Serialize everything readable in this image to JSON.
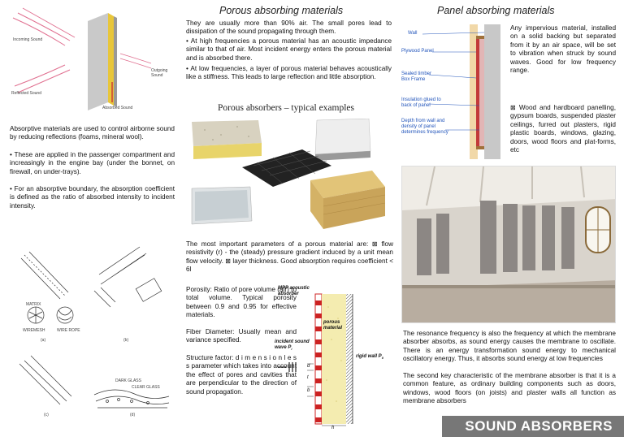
{
  "col1": {
    "fig_labels": {
      "incoming": "Incoming Sound",
      "reflected": "Reflected Sound",
      "outgoing": "Outgoing Sound",
      "absorbed": "Absorbed Sound"
    },
    "intro": "Absorptive materials are used to control airborne sound by reducing reflections (foams, mineral wool).",
    "bullet1": "• These are applied in the passenger compartment and increasingly in the engine bay (under the bonnet, on firewall, on under-trays).",
    "bullet2": "• For an absorptive boundary, the absorption coefficient is defined as the ratio of absorbed intensity to incident intensity.",
    "sketch_labels": {
      "matrix": "MATRIX",
      "wire_mesh": "WIREMESH",
      "wire_rope": "WIRE ROPE",
      "glass": "CLEAR GLASS",
      "dark_glass": "DARK GLASS",
      "a": "(a)",
      "b": "(b)",
      "c": "(c)",
      "d": "(d)"
    }
  },
  "col2": {
    "title": "Porous absorbing materials",
    "p1": "They are usually more than 90% air. The small pores lead to dissipation of the sound propagating through them.",
    "p2": "• At high frequencies a porous material has an acoustic impedance similar to that of air. Most incident energy enters the porous material and is absorbed there.",
    "p3": "• At low frequencies, a layer of porous material behaves acoustically like a stiffness. This leads to large reflection and little absorption.",
    "examples_title": "Porous absorbers – typical examples",
    "params": "The most important parameters of a porous material are: ⊠ flow resistivity (r) - the (steady) pressure gradient induced by a unit mean flow velocity. ⊠ layer thickness. Good absorption requires coefficient < 6l",
    "porosity": "Porosity: Ratio of pore volume (air) to total volume. Typical porosity between 0.9 and 0.95 for effective materials.",
    "fiber": "Fiber Diameter: Usually mean and variance specified.",
    "structure": "Structure factor: d i m e n s i o n l e s s parameter which takes into account the effect of pores and cavities that are perpendicular to the direction of sound propagation.",
    "mpp": {
      "title": "MPP acoustic absorber",
      "porous": "porous material",
      "incident": "incident sound wave P",
      "incident_sub": "i",
      "rigid": "rigid wall P",
      "rigid_sub": "0",
      "d": "d",
      "t": "t",
      "b": "b",
      "h": "h"
    }
  },
  "col3": {
    "title": "Panel absorbing materials",
    "labels": {
      "wall": "Wall",
      "plywood": "Plywood Panel",
      "sealed": "Sealed timber Box Frame",
      "insulation": "Insulation glued to back of panel",
      "depth": "Depth from wall and density of panel determines frequency"
    },
    "panel_text": "Any impervious material, installed on a solid backing but separated from it by an air space, will be set to vibration when struck by sound waves. Good for low frequency range.",
    "panel_text2": "⊠ Wood and hardboard panelling, gypsum boards, suspended plaster ceilings, furred out plasters, rigid plastic boards, windows, glazing, doors, wood floors and plat-forms, etc",
    "resonance": "The resonance frequency is also the frequency at which the membrane absorber absorbs, as sound energy causes the membrane to oscillate. There is an energy transformation sound energy to mechanical oscillatory energy. Thus, it absorbs sound energy at low frequencies",
    "second": "The second key characteristic of the membrane absorber is that it is a common feature, as ordinary building components such as doors, windows, wood floors (on joists) and plaster walls all function as membrane absorbers"
  },
  "footer": {
    "title": "SOUND ABSORBERS"
  },
  "colors": {
    "accent_blue": "#2255bb",
    "bar_gray": "#777777",
    "panel_red": "#c23a3a",
    "foam_yellow": "#e8d46a"
  }
}
